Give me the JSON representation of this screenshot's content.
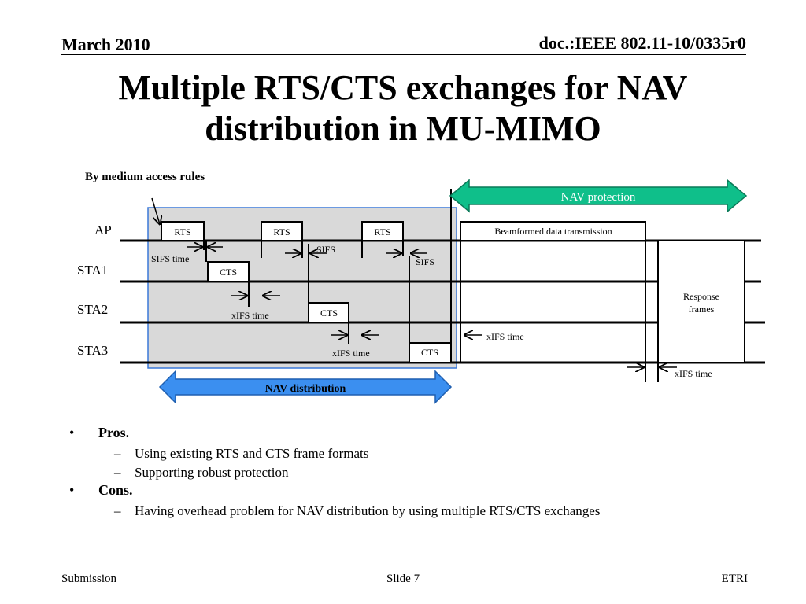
{
  "header": {
    "date": "March 2010",
    "doc_id": "doc.:IEEE 802.11-10/0335r0"
  },
  "title": {
    "line1": "Multiple RTS/CTS exchanges for NAV",
    "line2": "distribution in MU-MIMO"
  },
  "diagram": {
    "stations": [
      "AP",
      "STA1",
      "STA2",
      "STA3"
    ],
    "frames": {
      "rts": "RTS",
      "cts": "CTS",
      "beamformed": "Beamformed data transmission",
      "response_line1": "Response",
      "response_line2": "frames"
    },
    "labels": {
      "medium_access": "By medium access rules",
      "nav_protection": "NAV protection",
      "nav_distribution": "NAV distribution",
      "sifs_time": "SIFS time",
      "sifs": "SIFS",
      "xifs_time": "xIFS time"
    },
    "colors": {
      "nav_protection_fill": "#0fbf8a",
      "nav_distribution_fill": "#3b8ff0",
      "shaded_region": "#d9d9d9",
      "shaded_border": "#3a78d8"
    }
  },
  "bullets": [
    {
      "label": "Pros.",
      "items": [
        "Using existing RTS and CTS frame formats",
        "Supporting robust protection"
      ]
    },
    {
      "label": "Cons.",
      "items": [
        "Having overhead problem for NAV distribution by using multiple RTS/CTS exchanges"
      ]
    }
  ],
  "footer": {
    "left": "Submission",
    "center": "Slide 7",
    "right": "ETRI"
  }
}
